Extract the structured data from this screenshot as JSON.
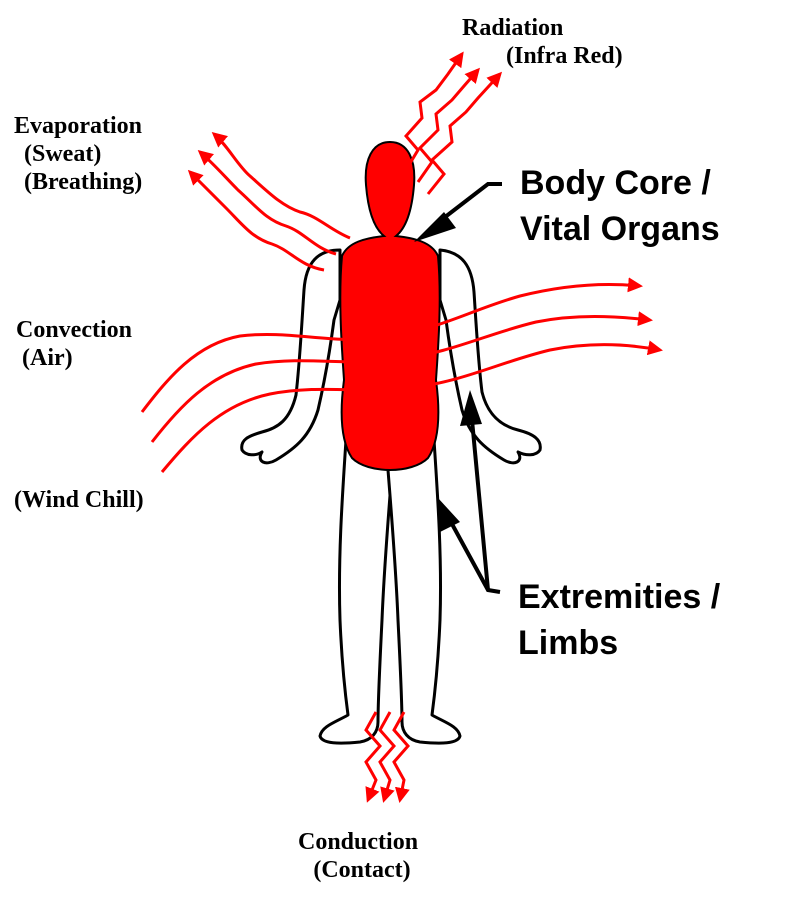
{
  "colors": {
    "heat": "#ff0000",
    "outline": "#000000",
    "background": "#ffffff"
  },
  "labels": {
    "radiation": [
      "Radiation",
      "(Infra Red)"
    ],
    "evaporation": [
      "Evaporation",
      "(Sweat)",
      "(Breathing)"
    ],
    "body_core": [
      "Body Core /",
      "Vital Organs"
    ],
    "convection": [
      "Convection",
      "(Air)"
    ],
    "wind_chill": "(Wind Chill)",
    "extremities": [
      "Extremities /",
      "Limbs"
    ],
    "conduction": [
      "Conduction",
      "(Contact)"
    ]
  }
}
